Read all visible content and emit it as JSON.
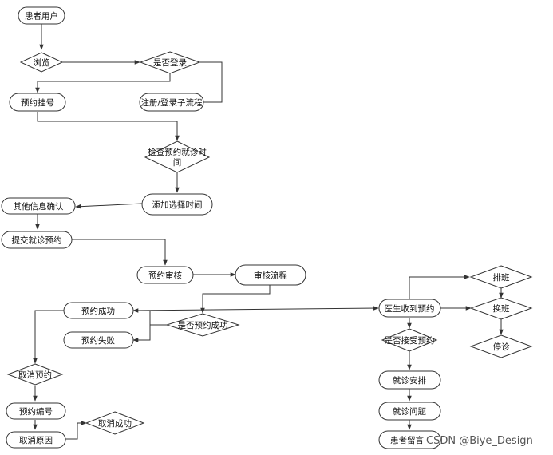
{
  "nodes": {
    "patient_user": "患者用户",
    "browse": "浏览",
    "is_logged_in": "是否登录",
    "book_registration": "预约挂号",
    "register_login_subflow": "注册/登录子流程",
    "check_time_line1": "检查预约就诊时",
    "check_time_line2": "间",
    "add_select_time": "添加选择时间",
    "other_info_confirm": "其他信息确认",
    "submit_appointment": "提交就诊预约",
    "appointment_review": "预约审核",
    "review_process": "审核流程",
    "booking_success": "预约成功",
    "is_booking_success": "是否预约成功",
    "booking_failed": "预约失败",
    "cancel_appointment": "取消预约",
    "appointment_number": "预约编号",
    "cancel_reason": "取消原因",
    "cancel_success": "取消成功",
    "doctor_receive": "医生收到预约",
    "accept_appointment": "是否接受预约",
    "visit_arrangement": "就诊安排",
    "visit_issue": "就诊问题",
    "patient_message": "患者留言",
    "scheduling": "排班",
    "swap_shift": "换班",
    "stop_clinic": "停诊"
  },
  "watermark": "CSDN @Biye_Design"
}
